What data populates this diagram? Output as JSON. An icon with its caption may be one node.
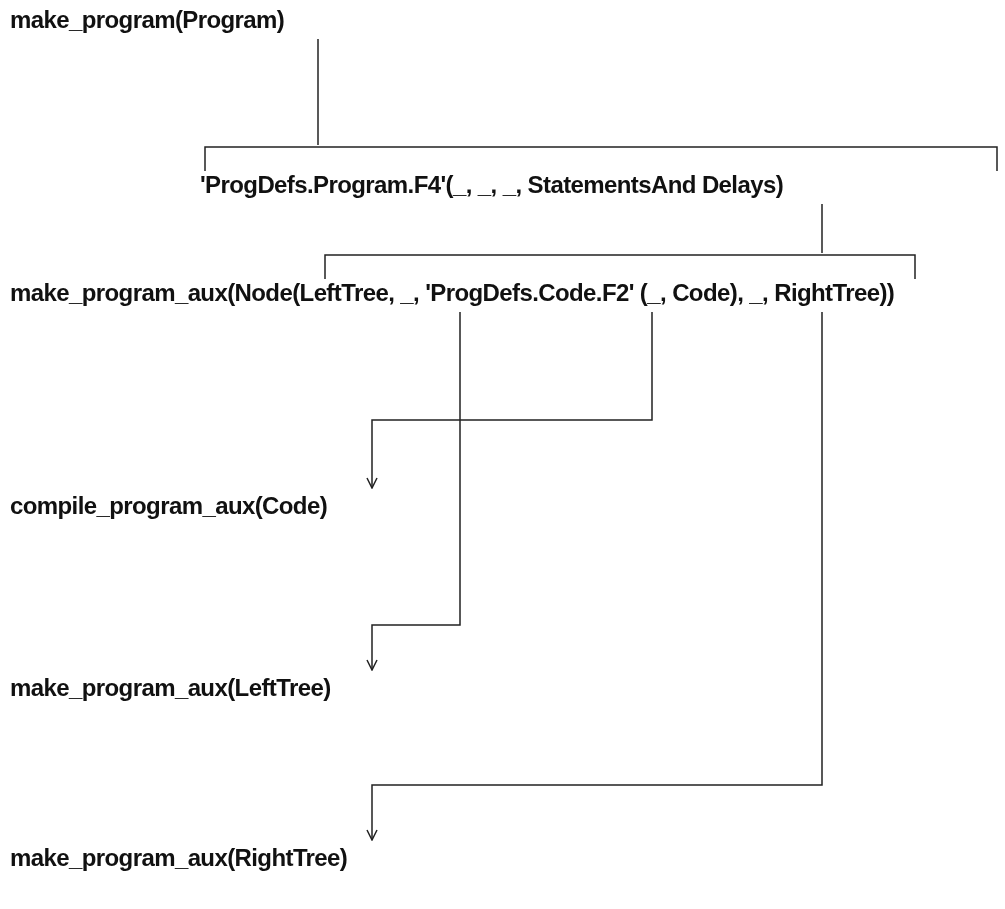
{
  "diagram": {
    "nodes": [
      {
        "text": [
          "make_program(Program)"
        ]
      },
      {
        "text": [
          "'ProgDefs.Program.F4'(_, _, _, StatementsAnd Delays)"
        ]
      },
      {
        "text": [
          "make_program_aux(Node(LeftTree, _, 'ProgDefs.Code.F2' (_, Code), _, RightTree))"
        ]
      },
      {
        "text": [
          "compile_program_aux(Code)"
        ]
      },
      {
        "text": [
          "make_program_aux(LeftTree)"
        ]
      },
      {
        "text": [
          "make_program_aux(RightTree)"
        ]
      }
    ],
    "edges": [
      {
        "from": 0,
        "to": 1,
        "arrow": "none"
      },
      {
        "from": 1,
        "to": 2,
        "arrow": "none"
      },
      {
        "from": 2,
        "to": 3,
        "arrow": "to"
      },
      {
        "from": 2,
        "to": 4,
        "arrow": "to"
      },
      {
        "from": 2,
        "to": 5,
        "arrow": "to"
      }
    ]
  }
}
